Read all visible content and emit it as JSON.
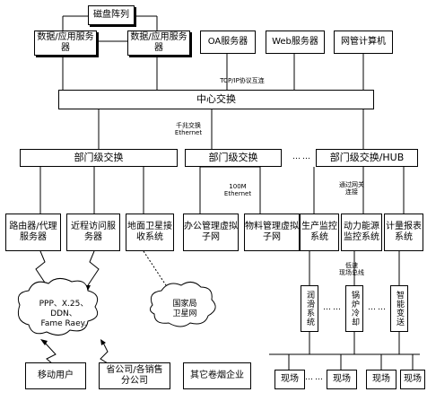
{
  "top": {
    "disk_array": "磁盘阵列",
    "db_server_left": "数据/应用服务器",
    "db_server_right": "数据/应用服务器",
    "oa_server": "OA服务器",
    "web_server": "Web服务器",
    "mgmt_computer": "网管计算机",
    "tcpip_label": "TCP/IP协议互连"
  },
  "core": {
    "central_switch": "中心交换",
    "gigabit_label": "千兆交换\nEthernet"
  },
  "dept": {
    "switch_left": "部门级交换",
    "switch_mid": "部门级交换",
    "switch_right": "部门级交换/HUB",
    "mbit_label": "100M\nEthernet",
    "gateway_label": "通过网关\n连接",
    "fieldbus_label": "低速\n现场总线"
  },
  "row3": {
    "router_proxy": "路由器/代理服务器",
    "remote_access": "近程访问服务器",
    "satellite_rx": "地面卫星接收系统",
    "office_mgmt": "办公管理虚拟子网",
    "materials_mgmt": "物料管理虚拟子网",
    "prod_control": "生产监控系统",
    "power_monitor": "动力能源监控系统",
    "metering": "计量报表系统"
  },
  "row4": {
    "ctrl_a": "润滑系统",
    "ctrl_b": "锅炉冷却",
    "ctrl_c": "智能变送"
  },
  "clouds": {
    "wan": "PPP、X.25、\nDDN、\nFame Raey.",
    "state_net": "国家局\n卫星网"
  },
  "bottom": {
    "mobile_users": "移动用户",
    "province_co": "省公司/各销售\n分公司",
    "other_enterprises": "其它卷烟企业",
    "field_1": "现场",
    "field_2": "现场",
    "field_3": "现场",
    "field_4": "现场"
  },
  "dots": "……"
}
